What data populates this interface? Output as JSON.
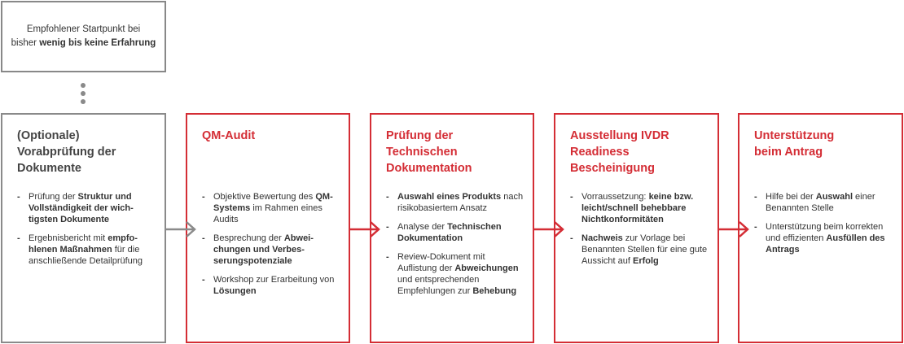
{
  "start_box": {
    "line1": "Empfohlener Startpunkt bei",
    "line2_prefix": "bisher ",
    "line2_bold": "wenig bis keine Erfahrung"
  },
  "colors": {
    "accent": "#d42d35",
    "neutral": "#8a8a8a"
  },
  "steps": [
    {
      "title": [
        "(Optionale)",
        "Vorabprüfung der",
        "Dokumente"
      ],
      "items": [
        [
          [
            "Prüfung der ",
            false
          ],
          [
            "Struktur und Vollständigkeit der wich­tigsten Dokumente",
            true
          ]
        ],
        [
          [
            "Ergebnisbericht mit ",
            false
          ],
          [
            "empfo­hlenen Maßnahmen",
            true
          ],
          [
            " für die anschließende Detailprü­fung",
            false
          ]
        ]
      ]
    },
    {
      "title": [
        "QM-Audit"
      ],
      "items": [
        [
          [
            "Objektive Bewertung des ",
            false
          ],
          [
            "QM-Systems",
            true
          ],
          [
            " im Rahmen eines Audits",
            false
          ]
        ],
        [
          [
            "Besprechung der ",
            false
          ],
          [
            "Abwei­chungen und Verbes­serungspotenziale",
            true
          ]
        ],
        [
          [
            "Workshop zur Erarbeitung von ",
            false
          ],
          [
            "Lösungen",
            true
          ]
        ]
      ]
    },
    {
      "title": [
        "Prüfung der",
        "Technischen",
        "Dokumentation"
      ],
      "items": [
        [
          [
            "Auswahl eines Produkts",
            true
          ],
          [
            " nach risikobasiertem Ansatz",
            false
          ]
        ],
        [
          [
            "Analyse der ",
            false
          ],
          [
            "Technischen Dokumentation",
            true
          ]
        ],
        [
          [
            "Review-Dokument mit Auflistung der ",
            false
          ],
          [
            "Abweichun­gen",
            true
          ],
          [
            " und entsprechenden Empfehlungen zur ",
            false
          ],
          [
            "Behe­bung",
            true
          ]
        ]
      ]
    },
    {
      "title": [
        "Ausstellung IVDR",
        "Readiness",
        "Bescheinigung"
      ],
      "items": [
        [
          [
            "Vorraussetzung: ",
            false
          ],
          [
            "keine bzw. leicht/schnell behebbare Nichtkonformitäten",
            true
          ]
        ],
        [
          [
            "Nachweis",
            true
          ],
          [
            " zur Vorlage bei Benannten Stellen für eine gute Aussicht auf ",
            false
          ],
          [
            "Erfolg",
            true
          ]
        ]
      ]
    },
    {
      "title": [
        "Unterstützung",
        "beim Antrag"
      ],
      "items": [
        [
          [
            "Hilfe bei der ",
            false
          ],
          [
            "Auswahl",
            true
          ],
          [
            " einer Benannten Stelle",
            false
          ]
        ],
        [
          [
            "Unterstützung beim korrek­ten und effizienten ",
            false
          ],
          [
            "Ausfül­len des Antrags",
            true
          ]
        ]
      ]
    }
  ]
}
